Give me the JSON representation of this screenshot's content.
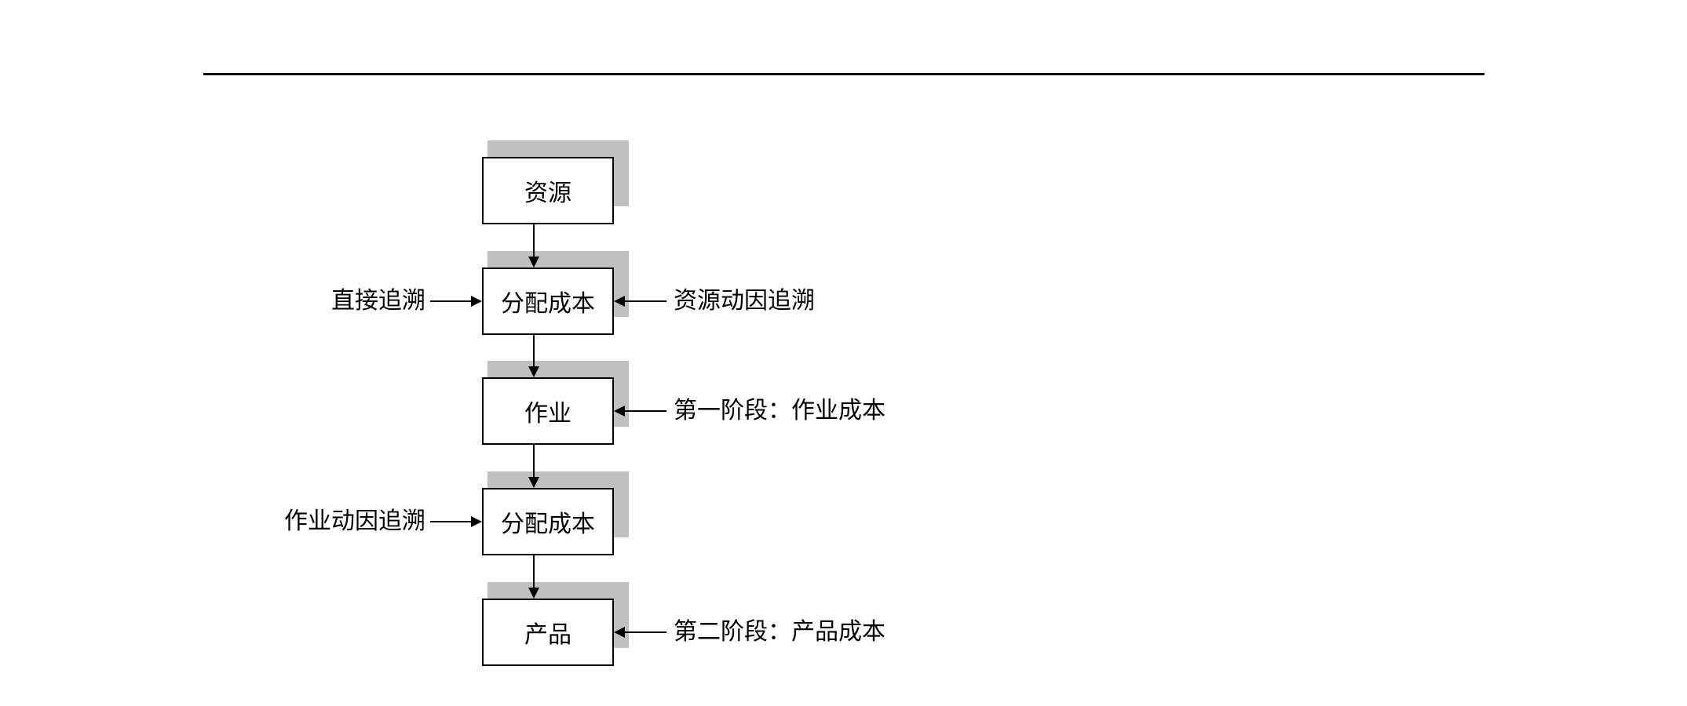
{
  "flow": {
    "steps": [
      {
        "label": "资源"
      },
      {
        "label": "分配成本"
      },
      {
        "label": "作业"
      },
      {
        "label": "分配成本"
      },
      {
        "label": "产品"
      }
    ]
  },
  "annotations": {
    "direct_tracing": "直接追溯",
    "resource_driver_tracing": "资源动因追溯",
    "stage_one": "第一阶段：作业成本",
    "activity_driver_tracing": "作业动因追溯",
    "stage_two": "第二阶段：产品成本"
  },
  "colors": {
    "shadow": "#c0c0c0",
    "stroke": "#000000"
  }
}
